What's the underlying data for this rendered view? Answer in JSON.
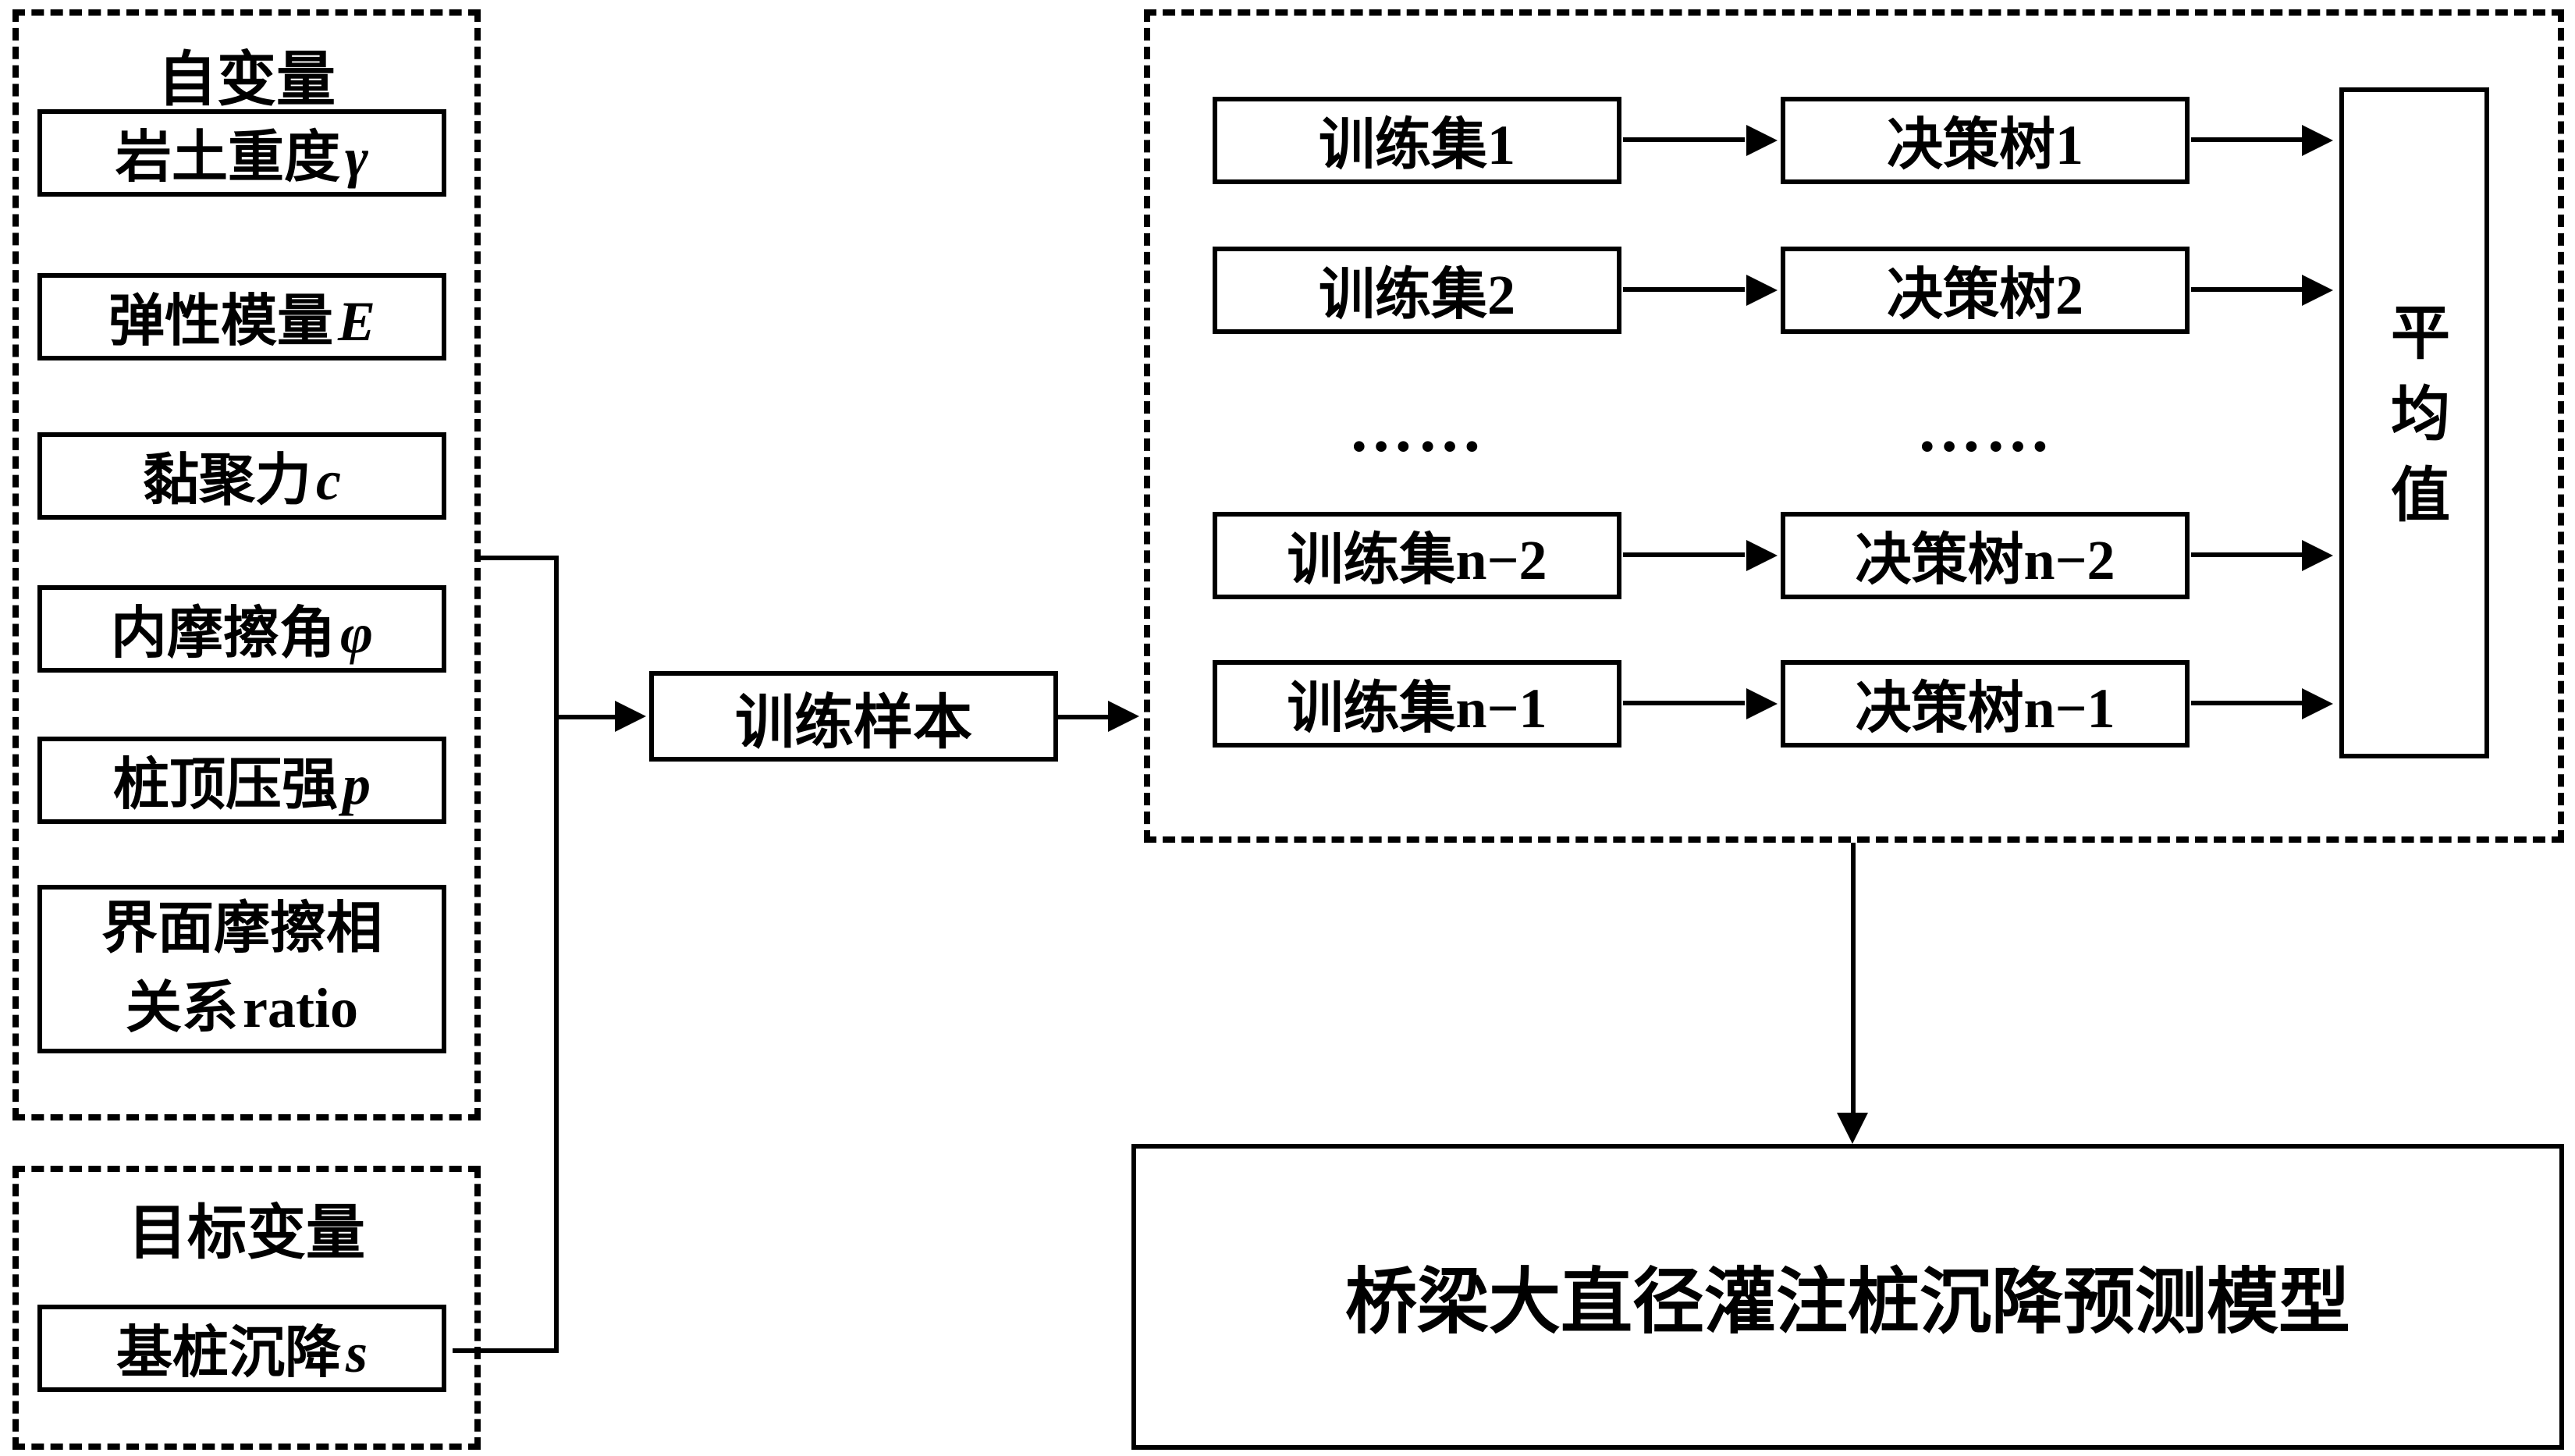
{
  "diagram": {
    "independent_group": {
      "title": "自变量",
      "variables": [
        {
          "label": "岩土重度",
          "symbol": "γ"
        },
        {
          "label": "弹性模量",
          "symbol": "E"
        },
        {
          "label": "黏聚力",
          "symbol": "c"
        },
        {
          "label": "内摩擦角",
          "symbol": "φ"
        },
        {
          "label": "桩顶压强",
          "symbol": "p"
        },
        {
          "label": "界面摩擦相\n关系",
          "symbol": "ratio"
        }
      ]
    },
    "target_group": {
      "title": "目标变量",
      "variable": {
        "label": "基桩沉降",
        "symbol": "s"
      }
    },
    "training_samples_label": "训练样本",
    "forest": {
      "rows": [
        {
          "train": "训练集1",
          "tree": "决策树1"
        },
        {
          "train": "训练集2",
          "tree": "决策树2"
        },
        {
          "train": "训练集n−2",
          "tree": "决策树n−2"
        },
        {
          "train": "训练集n−1",
          "tree": "决策树n−1"
        }
      ],
      "ellipsis": "……",
      "average_label": "平均值"
    },
    "output_model_label": "桥梁大直径灌注桩沉降预测模型"
  },
  "colors": {
    "line": "#000000",
    "background": "#ffffff"
  }
}
